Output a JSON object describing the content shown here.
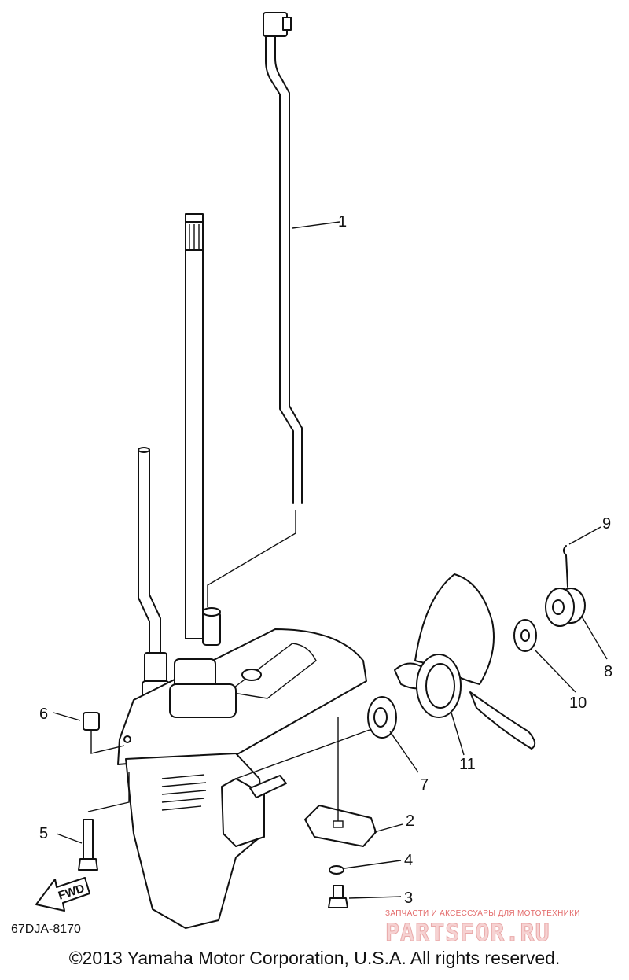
{
  "callouts": [
    {
      "num": "1",
      "name": "shift-rod"
    },
    {
      "num": "2",
      "name": "anode"
    },
    {
      "num": "3",
      "name": "bolt-small"
    },
    {
      "num": "4",
      "name": "washer-small"
    },
    {
      "num": "5",
      "name": "bolt-long"
    },
    {
      "num": "6",
      "name": "dowel-pin"
    },
    {
      "num": "7",
      "name": "thrust-washer"
    },
    {
      "num": "8",
      "name": "castle-nut"
    },
    {
      "num": "9",
      "name": "cotter-pin"
    },
    {
      "num": "10",
      "name": "washer"
    },
    {
      "num": "11",
      "name": "propeller"
    }
  ],
  "fwd_label": "FWD",
  "diagram_code": "67DJA-8170",
  "copyright": "©2013 Yamaha Motor Corporation, U.S.A. All rights reserved.",
  "watermark": {
    "tagline": "ЗАПЧАСТИ И АКСЕССУАРЫ ДЛЯ МОТОТЕХНИКИ",
    "brand": "PARTSFOR.RU",
    "color": "#e36a6a"
  }
}
